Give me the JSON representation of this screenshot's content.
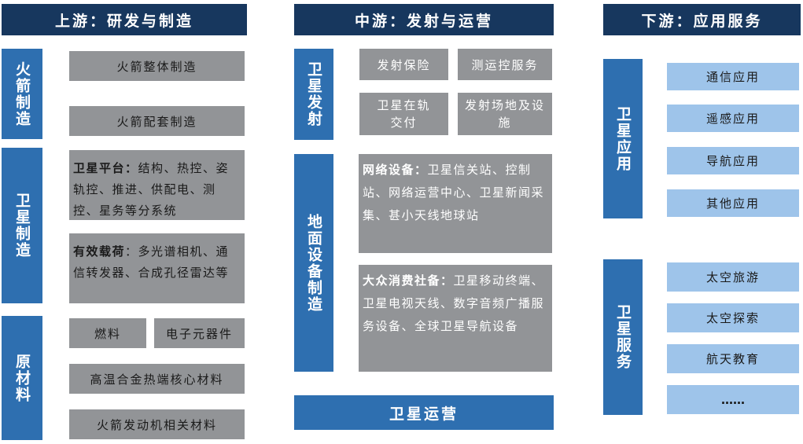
{
  "upstream": {
    "header": "上游：研发与制造",
    "rocket": {
      "label": "火箭制造",
      "items": [
        "火箭整体制造",
        "火箭配套制造"
      ]
    },
    "satellite": {
      "label": "卫星制造",
      "platform_title": "卫星平台：",
      "platform_text": "结构、热控、姿轨控、推进、供配电、测控、星务等分系统",
      "payload_title": "有效载荷",
      "payload_text": "：多光谱相机、通信转发器、合成孔径雷达等"
    },
    "materials": {
      "label": "原材料",
      "items": [
        "燃料",
        "电子元器件",
        "高温合金热端核心材料",
        "火箭发动机相关材料"
      ]
    }
  },
  "midstream": {
    "header": "中游：发射与运营",
    "launch": {
      "label": "卫星发射",
      "items": [
        "发射保险",
        "测运控服务",
        "卫星在轨交付",
        "发射场地及设施"
      ]
    },
    "ground": {
      "label": "地面设备制造",
      "network_title": "网络设备：",
      "network_text": "卫星信关站、控制站、网络运营中心、卫星新闻采集、甚小天线地球站",
      "consumer_title": "大众消费社备：",
      "consumer_text": "卫星移动终端、卫星电视天线、数字音频广播服务设备、全球卫星导航设备"
    },
    "operation": "卫星运营"
  },
  "downstream": {
    "header": "下游：应用服务",
    "application": {
      "label": "卫星应用",
      "items": [
        "通信应用",
        "遥感应用",
        "导航应用",
        "其他应用"
      ]
    },
    "service": {
      "label": "卫星服务",
      "items": [
        "太空旅游",
        "太空探索",
        "航天教育",
        "……"
      ]
    }
  },
  "colors": {
    "header": "#17375e",
    "label": "#2e6fb0",
    "gray": "#929497",
    "light": "#9ec4ea"
  }
}
